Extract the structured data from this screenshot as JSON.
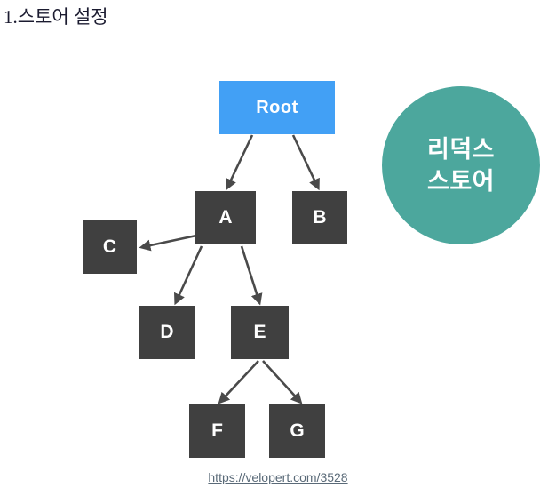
{
  "page": {
    "title": "1.스토어 설정",
    "background_color": "#ffffff"
  },
  "colors": {
    "root_node": "#42a0f5",
    "child_node": "#404040",
    "store_circle": "#4ca79d",
    "arrow": "#4a4a4a",
    "title_text": "#1b1b30",
    "link_text": "#5a6a78"
  },
  "diagram": {
    "type": "tree",
    "root": {
      "label": "Root"
    },
    "nodes": [
      {
        "id": "A",
        "label": "A"
      },
      {
        "id": "B",
        "label": "B"
      },
      {
        "id": "C",
        "label": "C"
      },
      {
        "id": "D",
        "label": "D"
      },
      {
        "id": "E",
        "label": "E"
      },
      {
        "id": "F",
        "label": "F"
      },
      {
        "id": "G",
        "label": "G"
      }
    ],
    "edges": [
      {
        "from": "Root",
        "to": "A"
      },
      {
        "from": "Root",
        "to": "B"
      },
      {
        "from": "A",
        "to": "C"
      },
      {
        "from": "A",
        "to": "D"
      },
      {
        "from": "A",
        "to": "E"
      },
      {
        "from": "E",
        "to": "F"
      },
      {
        "from": "E",
        "to": "G"
      }
    ]
  },
  "store_badge": {
    "line1": "리덕스",
    "line2": "스토어"
  },
  "footer": {
    "link_text": "https://velopert.com/3528"
  }
}
